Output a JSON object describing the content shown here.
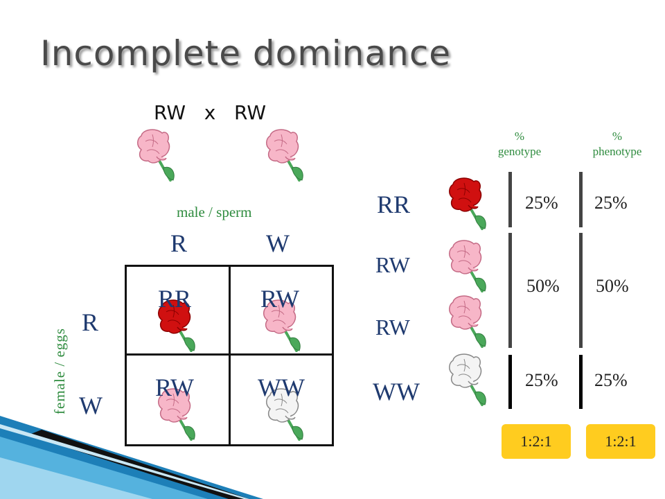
{
  "title": "Incomplete dominance",
  "cross": {
    "parent1": "RW",
    "operator": "x",
    "parent2": "RW"
  },
  "punnett": {
    "male_label": "male / sperm",
    "female_label": "female / eggs",
    "male_alleles": [
      "R",
      "W"
    ],
    "female_alleles": [
      "R",
      "W"
    ],
    "cells": [
      "RR",
      "RW",
      "RW",
      "WW"
    ]
  },
  "results": {
    "genotype_header": [
      "%",
      "genotype"
    ],
    "phenotype_header": [
      "%",
      "phenotype"
    ],
    "rows": [
      {
        "genotype": "RR",
        "flower": "red"
      },
      {
        "genotype": "RW",
        "flower": "pink"
      },
      {
        "genotype": "RW",
        "flower": "pink"
      },
      {
        "genotype": "WW",
        "flower": "white"
      }
    ],
    "genotype_pct": [
      "25%",
      "50%",
      "25%"
    ],
    "phenotype_pct": [
      "25%",
      "50%",
      "25%"
    ],
    "genotype_ratio": "1:2:1",
    "phenotype_ratio": "1:2:1"
  },
  "colors": {
    "red_flower": "#d01010",
    "pink_flower": "#f7b6c8",
    "white_flower": "#f4f4f4",
    "stem": "#4aa85a",
    "ratio_box": "#ffcc1f",
    "bar_dark": "#444444",
    "bar_black": "#000000"
  },
  "icons": [
    "snapdragon-flower-icon"
  ]
}
